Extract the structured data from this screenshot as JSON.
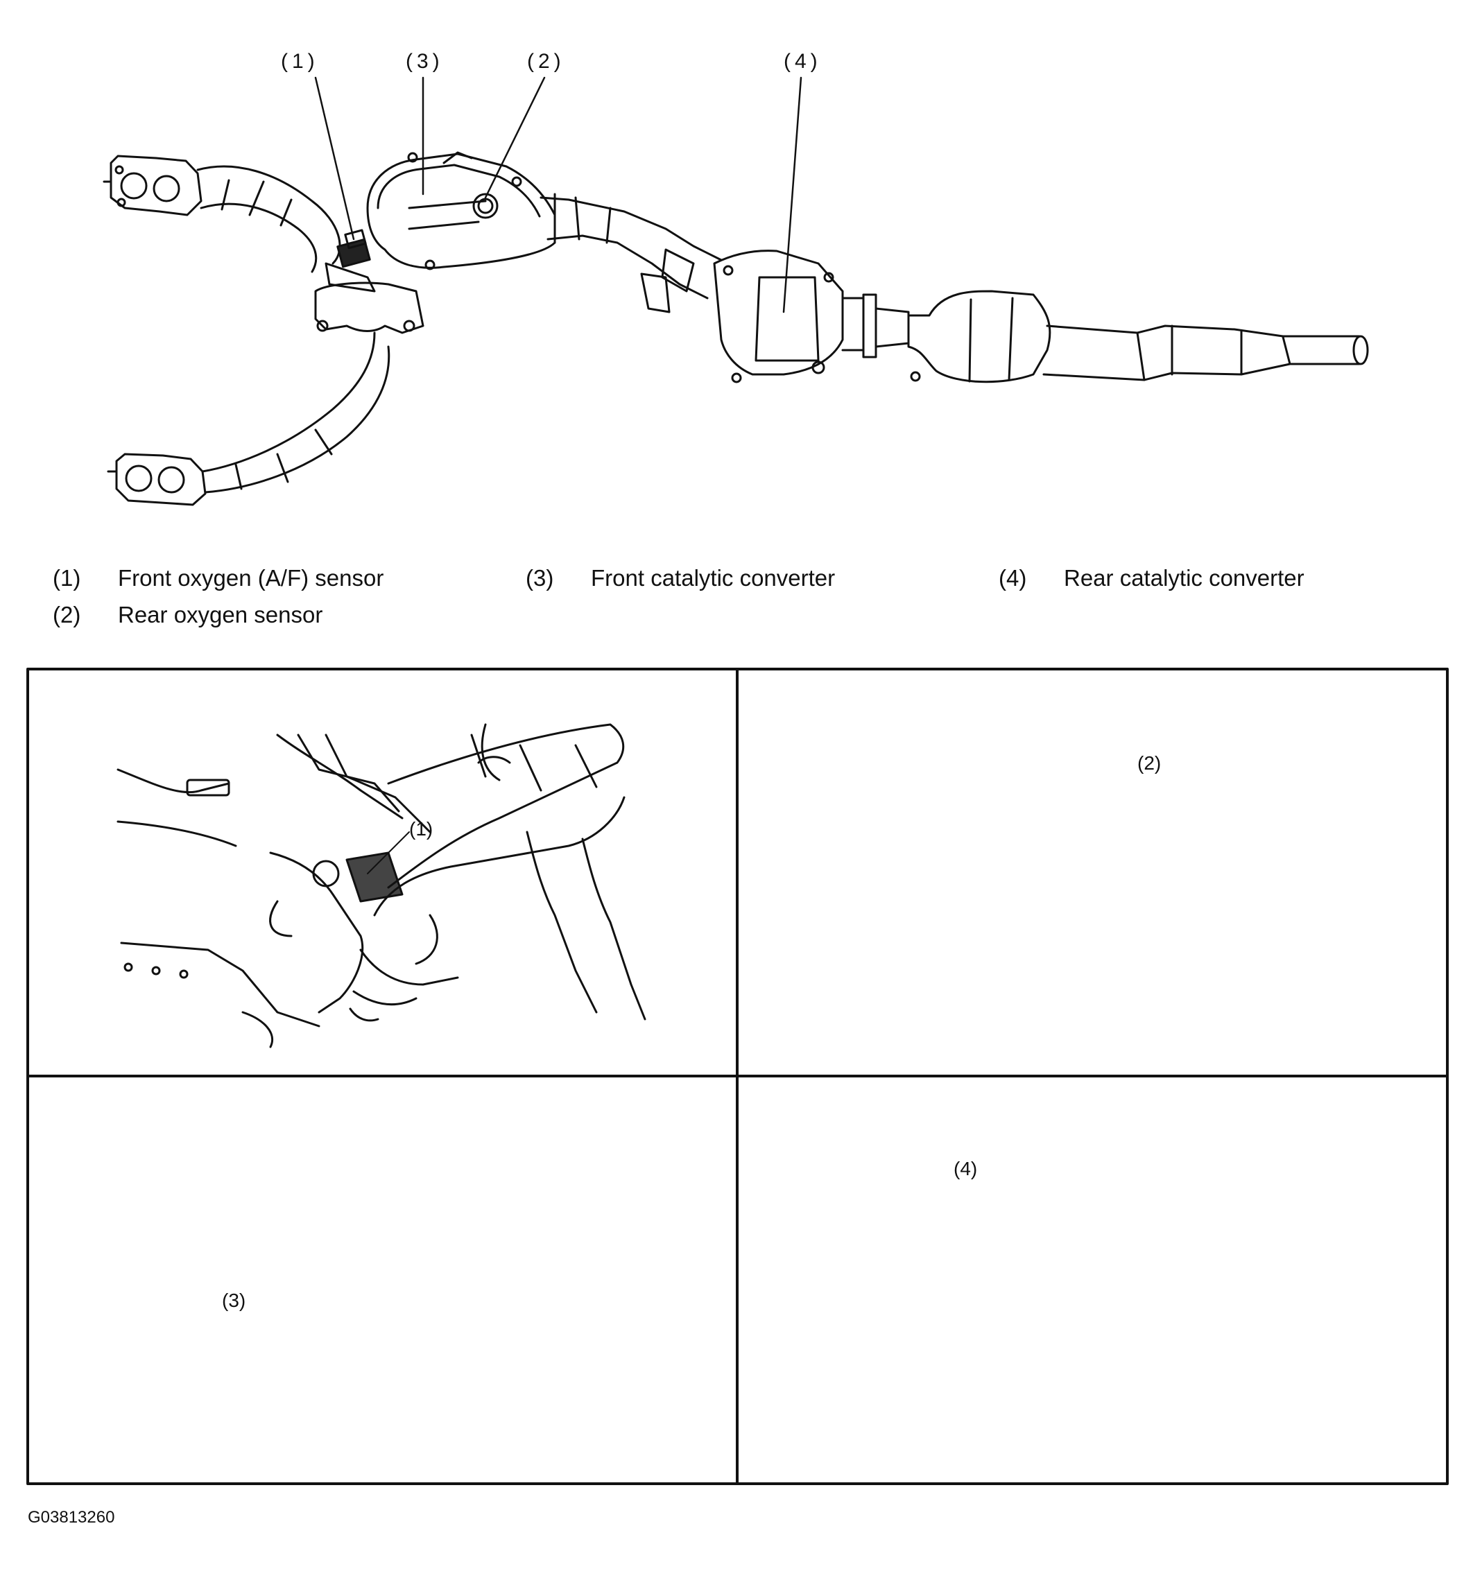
{
  "callouts": {
    "c1": "(1)",
    "c2": "(2)",
    "c3": "(3)",
    "c4": "(4)"
  },
  "legend": [
    {
      "num": "(1)",
      "text": "Front oxygen (A/F) sensor"
    },
    {
      "num": "(2)",
      "text": "Rear oxygen sensor"
    },
    {
      "num": "(3)",
      "text": "Front catalytic converter"
    },
    {
      "num": "(4)",
      "text": "Rear catalytic converter"
    }
  ],
  "panels": [
    {
      "callout": "(1)"
    },
    {
      "callout": "(2)"
    },
    {
      "callout": "(3)"
    },
    {
      "callout": "(4)"
    }
  ],
  "figure_code": "G03813260"
}
